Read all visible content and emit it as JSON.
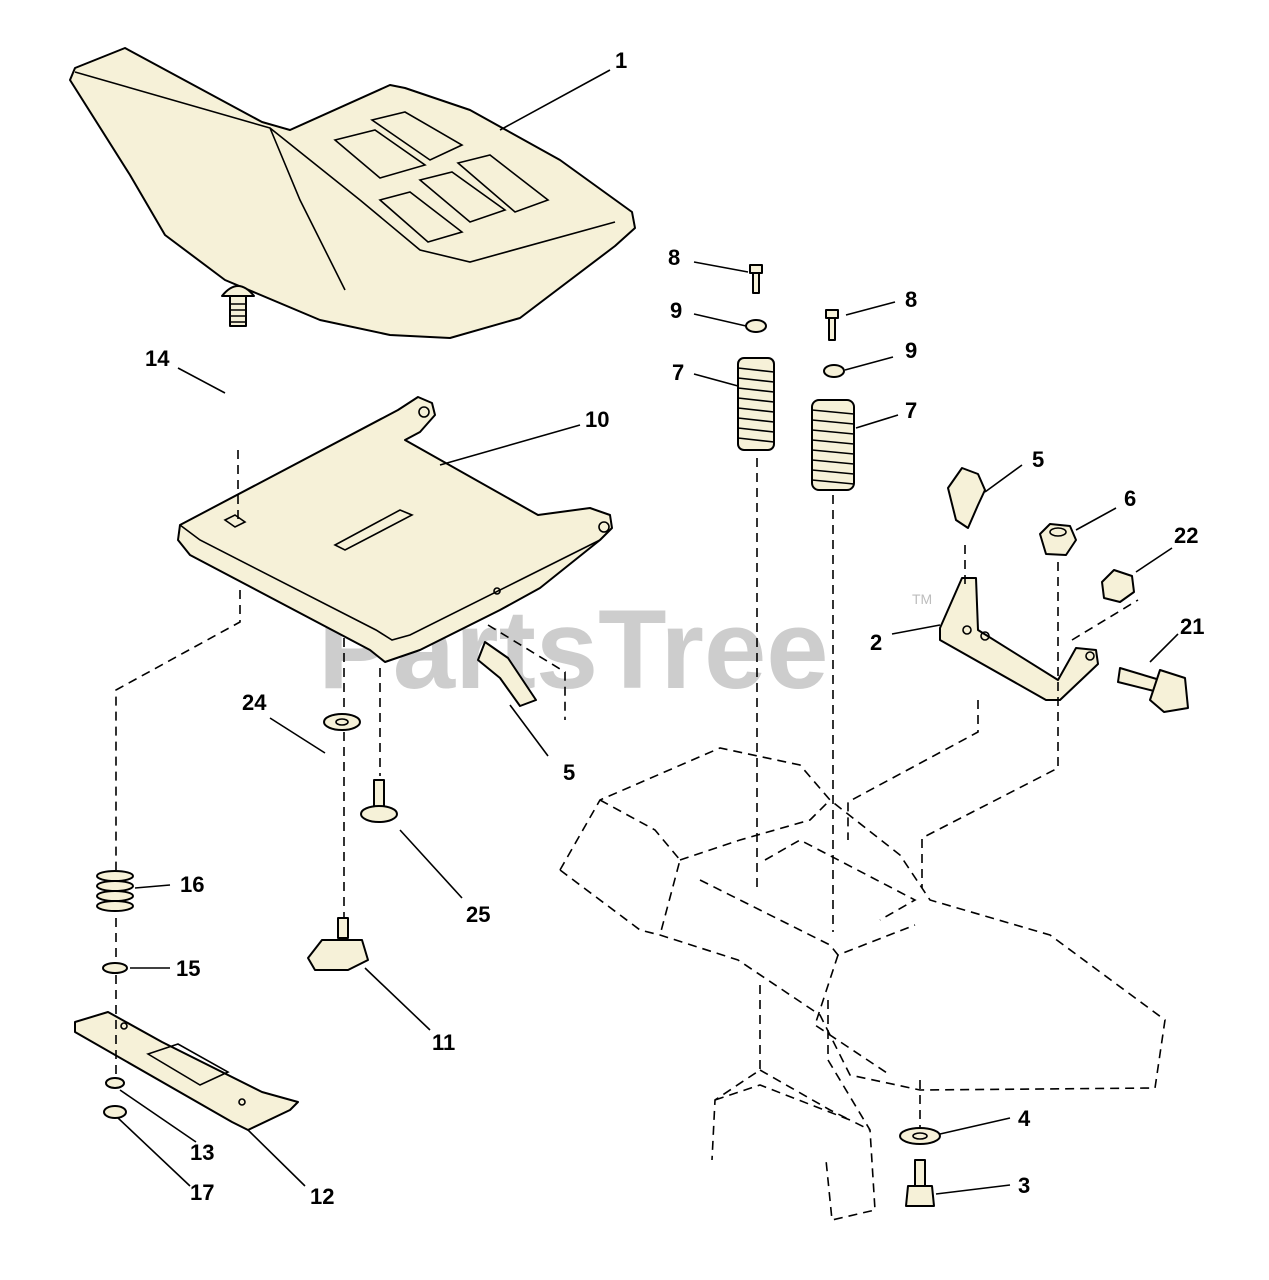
{
  "watermark": {
    "text": "PartsTree",
    "trademark": "TM"
  },
  "callouts": {
    "seat": "1",
    "seat_bracket": "2",
    "bolt_3": "3",
    "washer_4": "4",
    "clip_5_right": "5",
    "clip_5_left": "5",
    "nut_6": "6",
    "spring_7_left": "7",
    "spring_7_right": "7",
    "screw_8_left": "8",
    "screw_8_right": "8",
    "washer_9_left": "9",
    "washer_9_right": "9",
    "seat_pan": "10",
    "knob_11": "11",
    "slide_plate_12": "12",
    "part_13": "13",
    "bolt_14": "14",
    "washer_15": "15",
    "spring_16": "16",
    "part_17": "17",
    "bolt_21": "21",
    "nut_22": "22",
    "washer_24": "24",
    "screw_25": "25"
  },
  "colors": {
    "part_fill": "#f6f1d8",
    "line": "#000000",
    "watermark": "#bdbdbd"
  }
}
